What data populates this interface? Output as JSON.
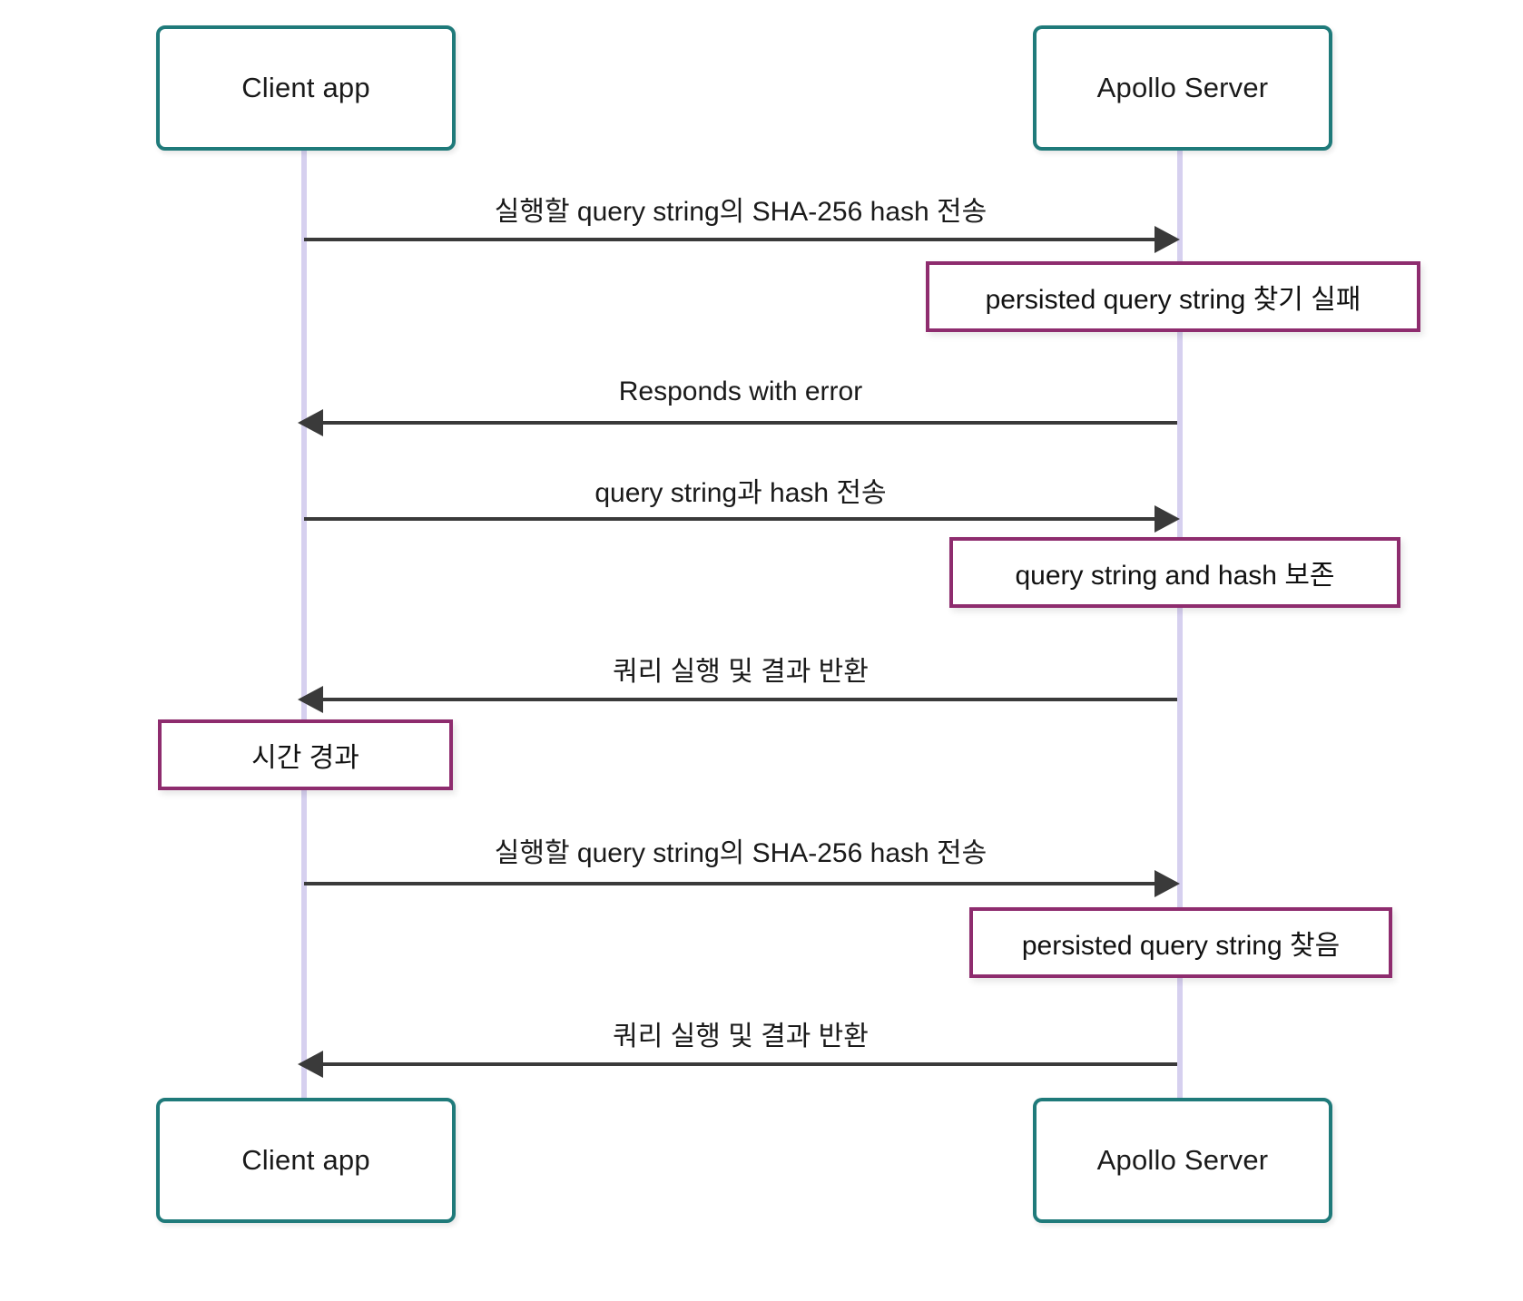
{
  "diagram": {
    "type": "sequence-diagram",
    "colors": {
      "participant_border": "#1f7a7a",
      "note_border": "#8e2c6e",
      "lifeline": "#d6d0ef",
      "arrow": "#3a3a3a",
      "background": "#ffffff",
      "text": "#1a1a1a"
    },
    "participants": [
      {
        "id": "client",
        "label": "Client app"
      },
      {
        "id": "server",
        "label": "Apollo Server"
      }
    ],
    "participants_bottom": [
      {
        "id": "client",
        "label": "Client app"
      },
      {
        "id": "server",
        "label": "Apollo Server"
      }
    ],
    "messages": [
      {
        "id": "m1",
        "label": "실행할 query string의 SHA-256 hash 전송",
        "from": "client",
        "to": "server",
        "direction": "right"
      },
      {
        "id": "m2",
        "label": "Responds with error",
        "from": "server",
        "to": "client",
        "direction": "left"
      },
      {
        "id": "m3",
        "label": "query string과 hash 전송",
        "from": "client",
        "to": "server",
        "direction": "right"
      },
      {
        "id": "m4",
        "label": "쿼리 실행 및 결과 반환",
        "from": "server",
        "to": "client",
        "direction": "left"
      },
      {
        "id": "m5",
        "label": "실행할 query string의 SHA-256 hash 전송",
        "from": "client",
        "to": "server",
        "direction": "right"
      },
      {
        "id": "m6",
        "label": "쿼리 실행 및 결과 반환",
        "from": "server",
        "to": "client",
        "direction": "left"
      }
    ],
    "notes": [
      {
        "id": "n1",
        "label": "persisted query string 찾기 실패",
        "over": "server"
      },
      {
        "id": "n2",
        "label": "query string and hash 보존",
        "over": "server"
      },
      {
        "id": "n3",
        "label": "시간 경과",
        "over": "client"
      },
      {
        "id": "n4",
        "label": "persisted query string 찾음",
        "over": "server"
      }
    ]
  }
}
